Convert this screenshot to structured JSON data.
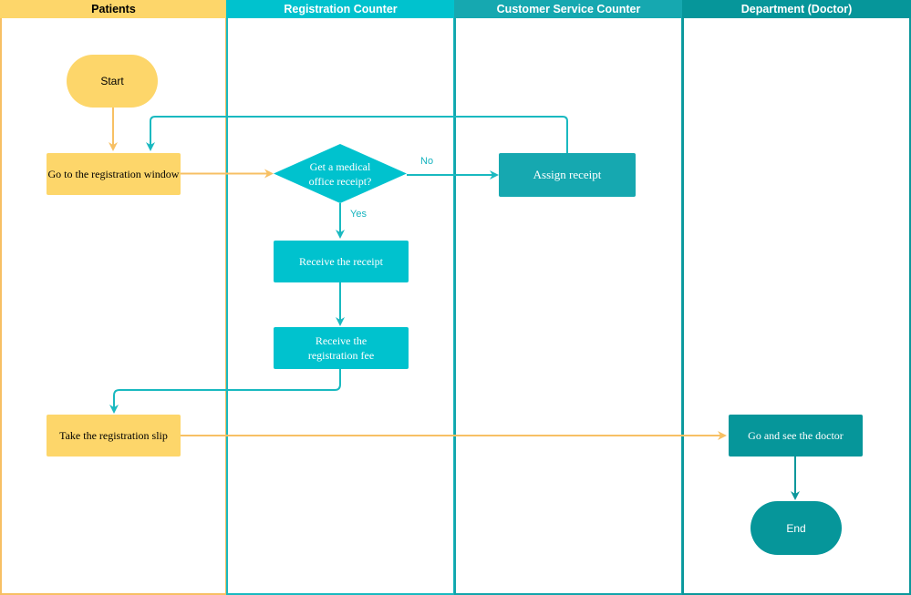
{
  "lanes": {
    "patients": "Patients",
    "registration": "Registration Counter",
    "customer_service": "Customer Service Counter",
    "doctor": "Department (Doctor)"
  },
  "nodes": {
    "start": "Start",
    "go_registration_window": "Go to the registration window",
    "get_receipt_decision_line1": "Get a medical",
    "get_receipt_decision_line2": "office receipt?",
    "assign_receipt": "Assign receipt",
    "receive_receipt": "Receive the receipt",
    "receive_fee_line1": "Receive the",
    "receive_fee_line2": "registration fee",
    "take_slip": "Take the registration slip",
    "see_doctor": "Go and see the doctor",
    "end": "End"
  },
  "edge_labels": {
    "no": "No",
    "yes": "Yes"
  },
  "colors": {
    "patients_yellow": "#fdd66a",
    "patients_arrow": "#f7c064",
    "registration_cyan": "#00c2ce",
    "customer_teal": "#16a8b0",
    "doctor_dark_teal": "#06969a"
  }
}
